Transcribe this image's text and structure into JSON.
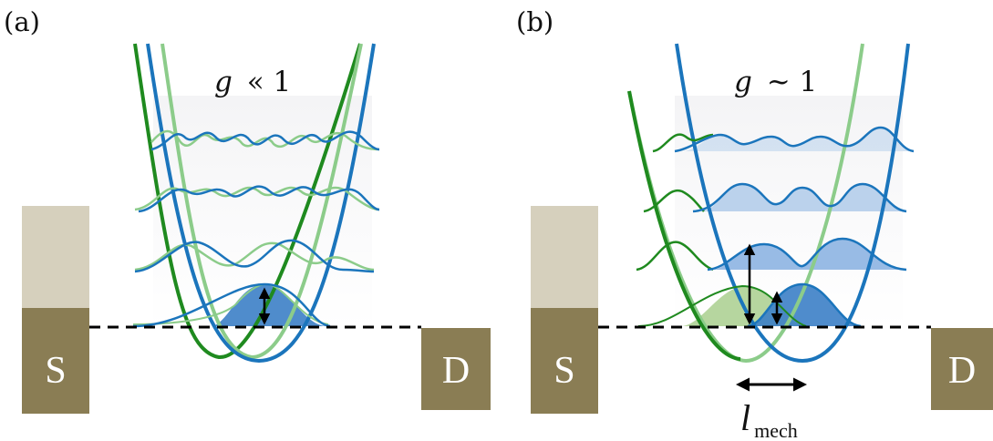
{
  "panels": [
    {
      "label": "(a)",
      "title_symbol": "g",
      "title_relation": "« 1",
      "source_label": "S",
      "drain_label": "D"
    },
    {
      "label": "(b)",
      "title_symbol": "g",
      "title_relation": "~ 1",
      "source_label": "S",
      "drain_label": "D",
      "displacement_symbol": "l",
      "displacement_subscript": "mech"
    }
  ],
  "colors": {
    "blue": "#1b75bc",
    "blue_fill": "#3c7fc6",
    "green": "#1f8a1f",
    "green_light": "#8ccc8a",
    "lead_dark": "#8a7d54",
    "lead_light": "#d6d0bd"
  }
}
